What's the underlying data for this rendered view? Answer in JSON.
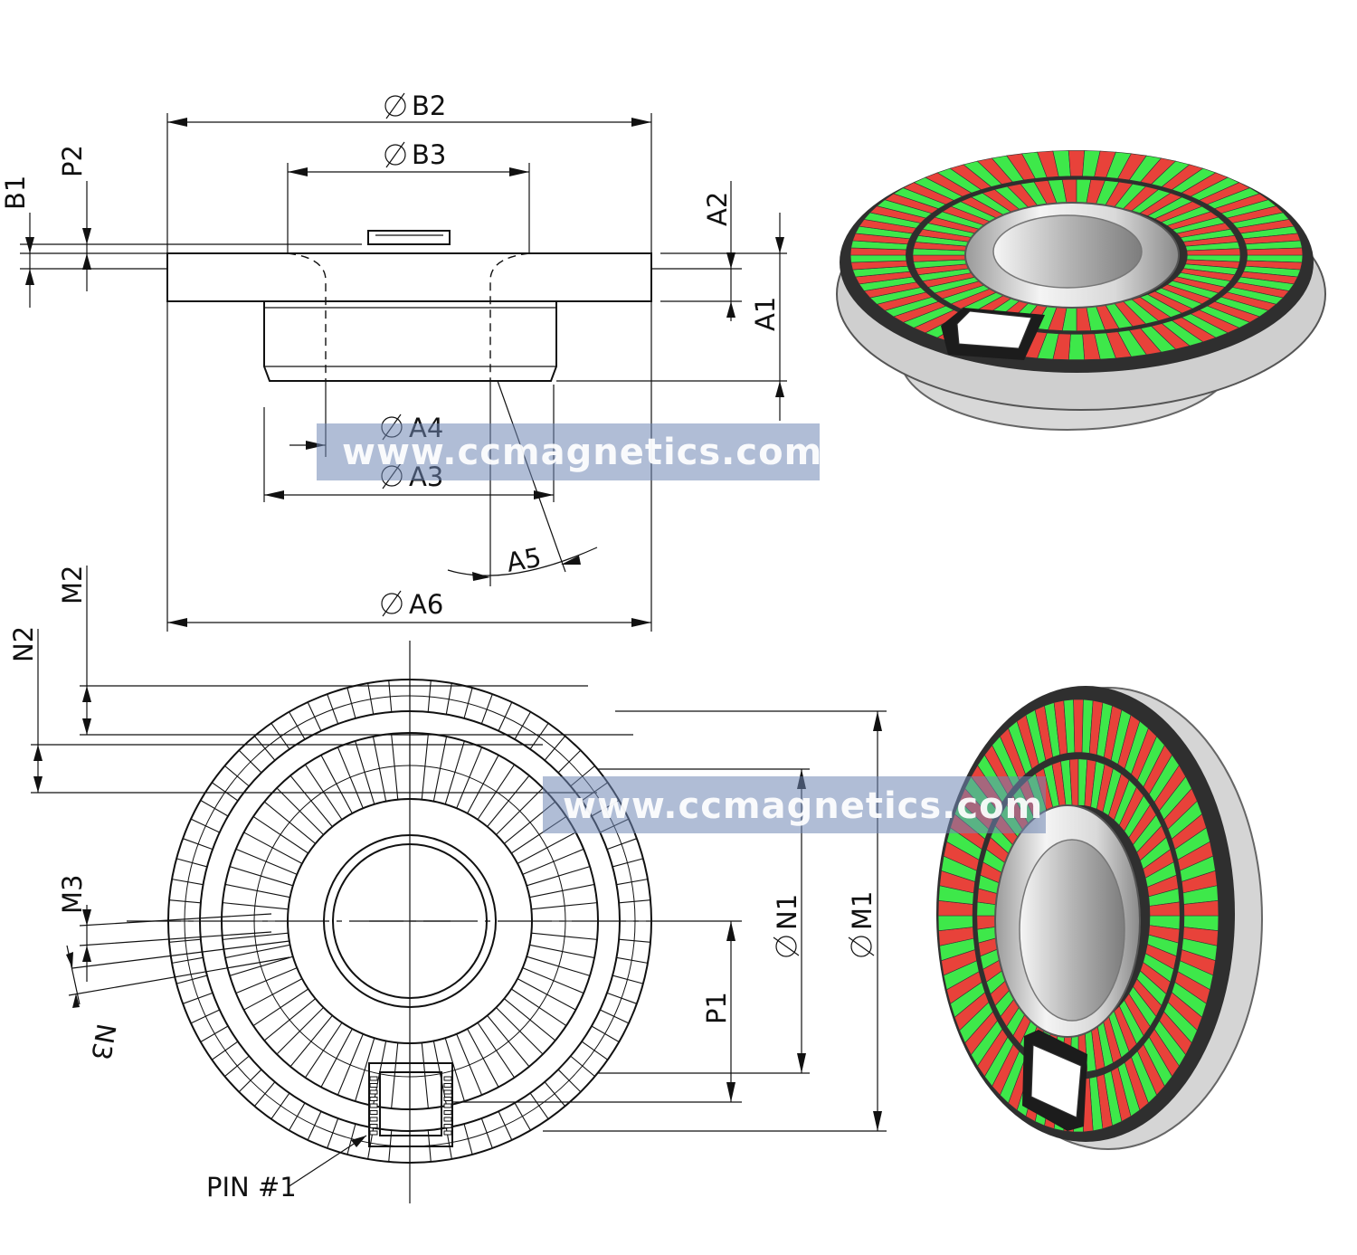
{
  "labels": {
    "b2": "B2",
    "b3": "B3",
    "b1": "B1",
    "p2": "P2",
    "a2": "A2",
    "a1": "A1",
    "a4": "A4",
    "a3": "A3",
    "a5": "A5",
    "a6": "A6",
    "m2": "M2",
    "n2": "N2",
    "m3": "M3",
    "n3": "N3",
    "p1": "P1",
    "n1": "N1",
    "m1": "M1",
    "pin1": "PIN #1"
  },
  "watermark": "www.ccmagnetics.com",
  "colors": {
    "pole_north": "#e8423a",
    "pole_south": "#3ee84a",
    "ring_back": "#2f2f2f",
    "hub": "#e6e6e6",
    "watermark_box": "#6f86b4"
  },
  "icons": {
    "diameter": "diameter-symbol"
  }
}
